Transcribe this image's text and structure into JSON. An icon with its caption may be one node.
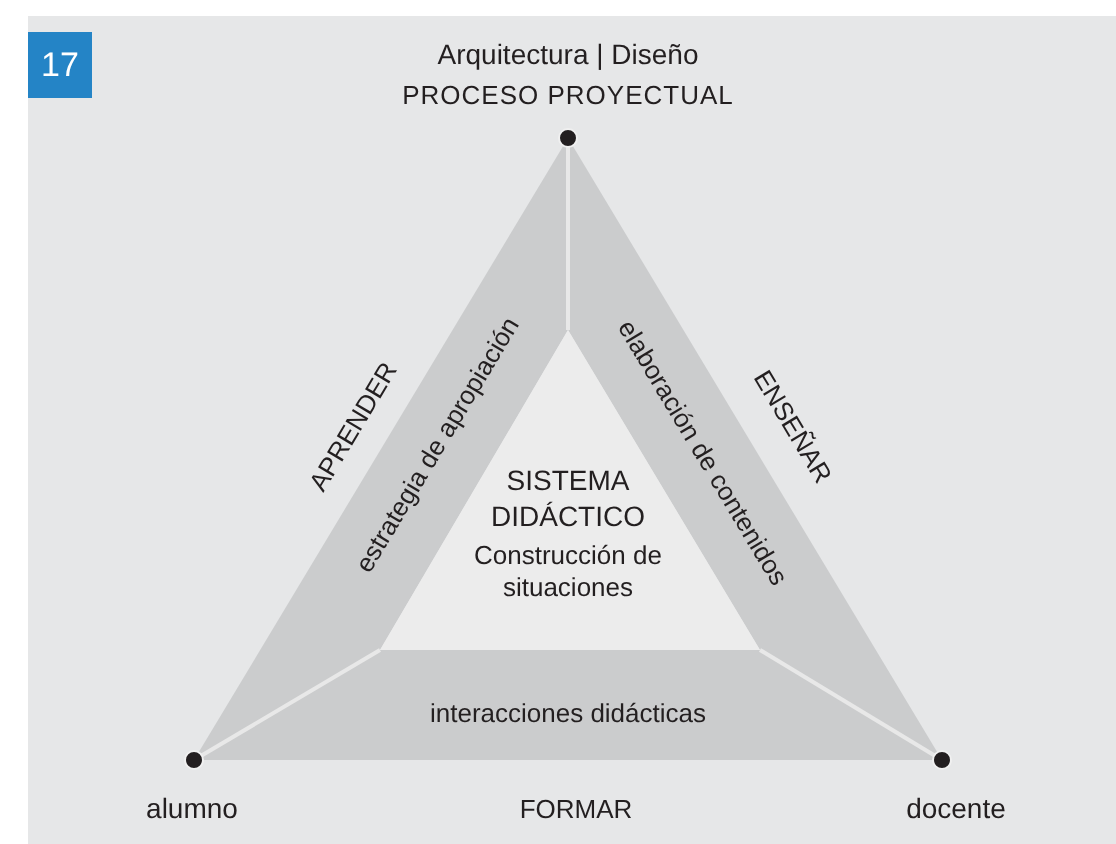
{
  "diagram": {
    "nodes": [
      {
        "text": [
          "Arquitectura | Diseño",
          "PROCESO PROYECTUAL"
        ]
      },
      {
        "text": [
          "alumno"
        ]
      },
      {
        "text": [
          "docente"
        ]
      },
      {
        "text": [
          "estrategia de apropiación"
        ]
      },
      {
        "text": [
          "elaboración de contenidos"
        ]
      },
      {
        "text": [
          "interacciones didácticas"
        ]
      },
      {
        "text": [
          "SISTEMA DIDÁCTICO",
          "Construcción de situaciones"
        ]
      }
    ],
    "labels": [
      "17",
      "APRENDER",
      "ENSEÑAR",
      "FORMAR"
    ]
  }
}
